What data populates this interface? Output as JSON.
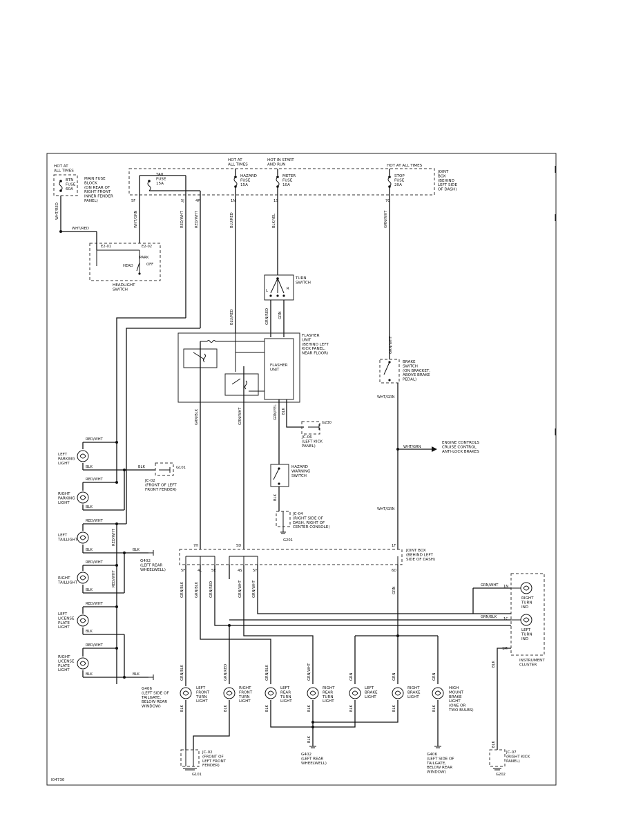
{
  "figure_id": "I04730",
  "power": {
    "hot_all_times_left": "HOT AT\nALL TIMES",
    "hot_all_times_center": "HOT AT\nALL TIMES",
    "hot_start_run": "HOT IN START\nAND RUN",
    "hot_all_times_right": "HOT AT ALL TIMES"
  },
  "fuses": {
    "btn": "BTN\nFUSE\n60A",
    "main_block": "MAIN FUSE\nBLOCK\n(ON REAR OF\nRIGHT FRONT\nINNER FENDER\nPANEL)",
    "tail": "TAIL\nFUSE\n15A",
    "hazard": "HAZARD\nFUSE\n15A",
    "meter": "METER\nFUSE\n10A",
    "stop": "STOP\nFUSE\n20A",
    "joint_box_top": "JOINT\nBOX\n(BEHIND\nLEFT SIDE\nOF DASH)"
  },
  "connectors_top": [
    "5F",
    "5J",
    "4P",
    "1N",
    "1S",
    "7C"
  ],
  "wires_top": [
    "WHT/RED",
    "WHT/GRN",
    "RED/WHT",
    "RED/WHT",
    "BLU/RED",
    "BLK/YEL",
    "GRN/WHT"
  ],
  "headlight_switch": {
    "pins": [
      "E2-01",
      "E2-02"
    ],
    "positions": [
      "HEAD",
      "PARK",
      "OFF"
    ],
    "label": "HEADLIGHT\nSWITCH",
    "wire_in": "WHT/RED"
  },
  "turn_switch": {
    "label": "TURN\nSWITCH",
    "positions": [
      "L",
      "R"
    ],
    "wires": [
      "BLK/YEL",
      "GRN/RED",
      "GRN"
    ]
  },
  "flasher": {
    "label": "FLASHER\nUNIT\n(BEHIND LEFT\nKICK PANEL,\nNEAR FLOOR)",
    "inner_label": "FLASHER\nUNIT",
    "wire_in": "BLU/RED",
    "wires_out": [
      "GRN/BLK",
      "GRN/WHT",
      "GRN/YEL",
      "BLK"
    ]
  },
  "grounds": {
    "g230": "G230",
    "jc06": "JC-06\n(LEFT KICK\nPANEL)",
    "g101": "G101",
    "jc02_top": "JC-02\n(FRONT OF LEFT\nFRONT FENDER)",
    "jc04": "JC-04\n(RIGHT SIDE OF\nDASH, RIGHT OF\nCENTER CONSOLE)",
    "g201": "G201",
    "g402": "G402\n(LEFT REAR\nWHEELWELL)",
    "g406_left": "G406\n(LEFT SIDE OF\nTAILGATE,\nBELOW REAR\nWINDOW)",
    "g101_bottom": "G101",
    "jc02_bottom": "JC-02\n(FRONT OF\nLEFT FRONT\nFENDER)",
    "g402_bottom": "G402\n(LEFT REAR\nWHEELWELL)",
    "g406_bottom": "G406\n(LEFT SIDE OF\nTAILGATE,\nBELOW REAR\nWINDOW)",
    "jc07": "JC-07\n(RIGHT KICK\nPANEL)",
    "g202": "G202"
  },
  "hazard_switch": {
    "label": "HAZARD\nWARNING\nSWITCH",
    "wire": "BLK"
  },
  "brake_switch": {
    "label": "BRAKE\nSWITCH\n(ON BRACKET,\nABOVE BRAKE\nPEDAL)",
    "wire_in": "GRN/WHT",
    "wire_out": "WHT/GRN"
  },
  "engine_controls": {
    "label": "ENGINE CONTROLS\nCRUISE CONTROL\nANTI-LOCK BRAKES",
    "wire": "WHT/GRN"
  },
  "joint_box_bottom": {
    "label": "JOINT BOX\n(BEHIND LEFT\nSIDE OF DASH)",
    "top_pins": [
      "7H",
      "5D",
      "1F"
    ],
    "bottom_pins": [
      "5F",
      "4L",
      "5E",
      "4S",
      "5Y",
      "6D"
    ]
  },
  "left_lights": [
    {
      "label": "LEFT\nPARKING\nLIGHT",
      "wire_top": "RED/WHT",
      "wire_bottom": "BLK"
    },
    {
      "label": "RIGHT\nPARKING\nLIGHT",
      "wire_top": "RED/WHT",
      "wire_bottom": "BLK"
    },
    {
      "label": "LEFT\nTAILLIGHT",
      "wire_top": "RED/WHT",
      "wire_bottom": "BLK"
    },
    {
      "label": "RIGHT\nTAILLIGHT",
      "wire_top": "RED/WHT",
      "wire_bottom": "BLK"
    },
    {
      "label": "LEFT\nLICENSE\nPLATE\nLIGHT",
      "wire_top": "RED/WHT",
      "wire_bottom": "BLK"
    },
    {
      "label": "RIGHT\nLICENSE\nPLATE\nLIGHT",
      "wire_top": "RED/WHT",
      "wire_bottom": "BLK"
    }
  ],
  "left_wire_labels": [
    "BLK",
    "RED/WHT",
    "BLK",
    "RED/WHT",
    "BLK"
  ],
  "bottom_lights": [
    {
      "label": "LEFT\nFRONT\nTURN\nLIGHT",
      "wire_top": "GRN/BLK",
      "wire_bottom": "BLK"
    },
    {
      "label": "RIGHT\nFRONT\nTURN\nLIGHT",
      "wire_top": "GRN/RED",
      "wire_bottom": "BLK"
    },
    {
      "label": "LEFT\nREAR\nTURN\nLIGHT",
      "wire_top": "GRN/BLK",
      "wire_bottom": "BLK"
    },
    {
      "label": "RIGHT\nREAR\nTURN\nLIGHT",
      "wire_top": "GRN/WHT",
      "wire_bottom": "BLK"
    },
    {
      "label": "LEFT\nBRAKE\nLIGHT",
      "wire_top": "GRN",
      "wire_bottom": "BLK"
    },
    {
      "label": "RIGHT\nBRAKE\nLIGHT",
      "wire_top": "GRN",
      "wire_bottom": "BLK"
    },
    {
      "label": "HIGH\nMOUNT\nBRAKE\nLIGHT\n(ONE OR\nTWO BULBS)",
      "wire_top": "GRN",
      "wire_bottom": "BLK"
    }
  ],
  "joint_box_wires": [
    "GRN/BLK",
    "GRN/BLK",
    "GRN/RED",
    "GRN/WHT",
    "GRN/WHT",
    "GRN",
    "WHT/GRN",
    "GRN/BLK",
    "GRN/WHT"
  ],
  "instrument_cluster": {
    "label": "INSTRUMENT\nCLUSTER",
    "right_ind": "RIGHT\nTURN\nIND",
    "left_ind": "LEFT\nTURN\nIND",
    "pins": [
      "1N",
      "1C",
      "1M"
    ],
    "wires": [
      "GRN/WHT",
      "GRN/BLK",
      "BLK"
    ]
  },
  "ground_wires": [
    "BLK",
    "BLK",
    "BLK",
    "BLK"
  ]
}
